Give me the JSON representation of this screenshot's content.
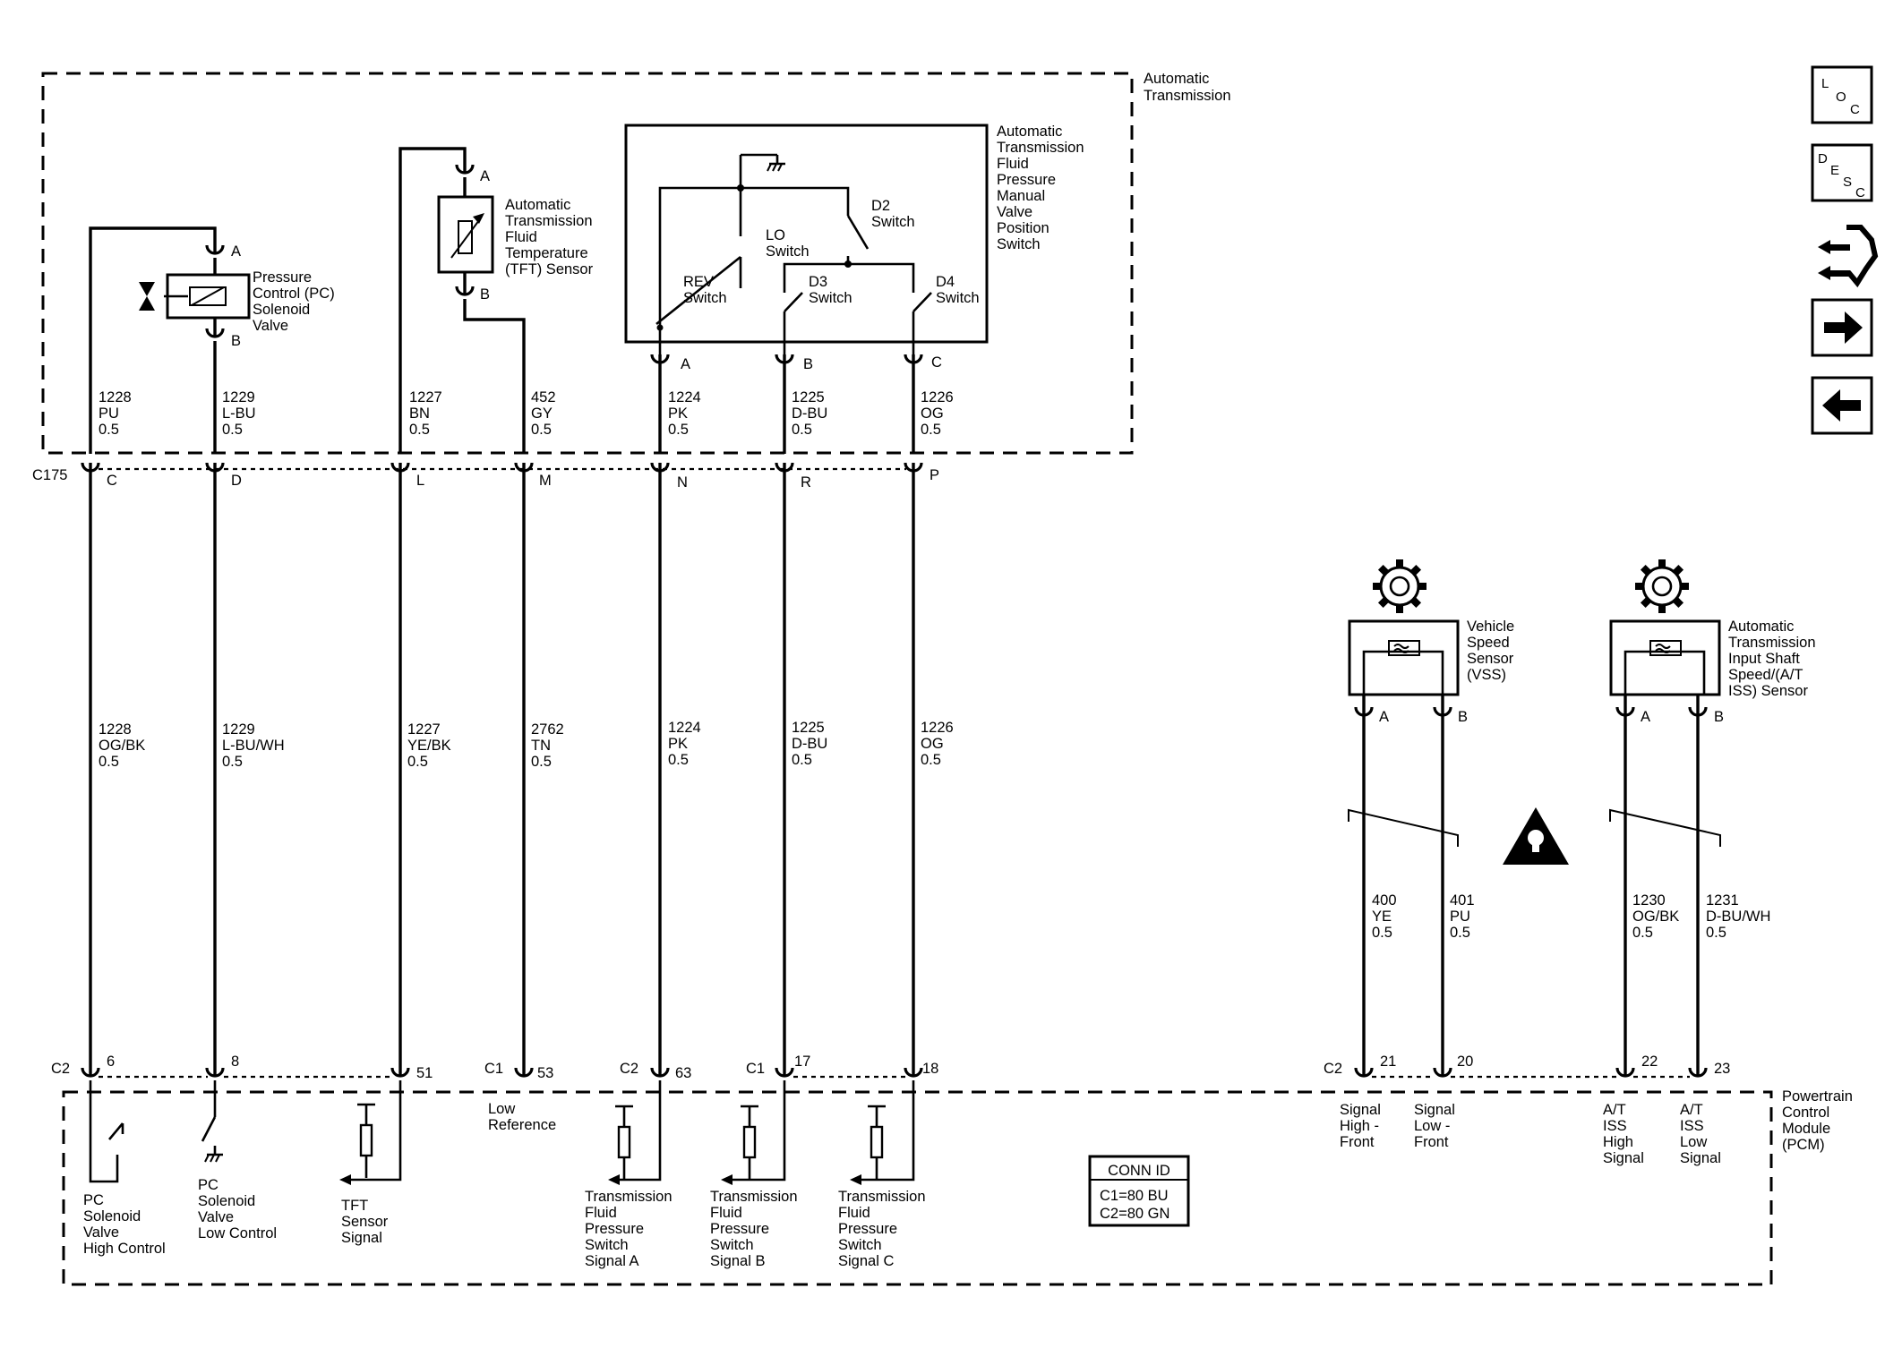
{
  "components": {
    "automatic_transmission": {
      "lines": [
        "Automatic",
        "Transmission"
      ]
    },
    "pc_solenoid": {
      "lines": [
        "Pressure",
        "Control (PC)",
        "Solenoid",
        "Valve"
      ]
    },
    "tft_sensor": {
      "lines": [
        "Automatic",
        "Transmission",
        "Fluid",
        "Temperature",
        "(TFT) Sensor"
      ]
    },
    "pressure_switch": {
      "lines": [
        "Automatic",
        "Transmission",
        "Fluid",
        "Pressure",
        "Manual",
        "Valve",
        "Position",
        "Switch"
      ]
    },
    "vss": {
      "lines": [
        "Vehicle",
        "Speed",
        "Sensor",
        "(VSS)"
      ]
    },
    "iss": {
      "lines": [
        "Automatic",
        "Transmission",
        "Input Shaft",
        "Speed/(A/T",
        "ISS) Sensor"
      ]
    },
    "pcm": {
      "lines": [
        "Powertrain",
        "Control",
        "Module",
        "(PCM)"
      ]
    }
  },
  "switches": {
    "rev": [
      "REV",
      "Switch"
    ],
    "lo": [
      "LO",
      "Switch"
    ],
    "d2": [
      "D2",
      "Switch"
    ],
    "d3": [
      "D3",
      "Switch"
    ],
    "d4": [
      "D4",
      "Switch"
    ]
  },
  "pins": {
    "a": "A",
    "b": "B",
    "c": "C",
    "d": "D",
    "l": "L",
    "m": "M",
    "n": "N",
    "r": "R",
    "p": "P",
    "p6": "6",
    "p8": "8",
    "p51": "51",
    "p53": "53",
    "p63": "63",
    "p17": "17",
    "p18": "18",
    "p21": "21",
    "p20": "20",
    "p22": "22",
    "p23": "23"
  },
  "connectors": {
    "c175": "C175",
    "c1": "C1",
    "c2": "C2"
  },
  "wires_upper": [
    [
      "1228",
      "PU",
      "0.5"
    ],
    [
      "1229",
      "L-BU",
      "0.5"
    ],
    [
      "1227",
      "BN",
      "0.5"
    ],
    [
      "452",
      "GY",
      "0.5"
    ],
    [
      "1224",
      "PK",
      "0.5"
    ],
    [
      "1225",
      "D-BU",
      "0.5"
    ],
    [
      "1226",
      "OG",
      "0.5"
    ]
  ],
  "wires_lower": [
    [
      "1228",
      "OG/BK",
      "0.5"
    ],
    [
      "1229",
      "L-BU/WH",
      "0.5"
    ],
    [
      "1227",
      "YE/BK",
      "0.5"
    ],
    [
      "2762",
      "TN",
      "0.5"
    ],
    [
      "1224",
      "PK",
      "0.5"
    ],
    [
      "1225",
      "D-BU",
      "0.5"
    ],
    [
      "1226",
      "OG",
      "0.5"
    ]
  ],
  "wires_sensors": [
    [
      "400",
      "YE",
      "0.5"
    ],
    [
      "401",
      "PU",
      "0.5"
    ],
    [
      "1230",
      "OG/BK",
      "0.5"
    ],
    [
      "1231",
      "D-BU/WH",
      "0.5"
    ]
  ],
  "pcm_labels": {
    "pc_high": [
      "PC",
      "Solenoid",
      "Valve",
      "High Control"
    ],
    "pc_low": [
      "PC",
      "Solenoid",
      "Valve",
      "Low Control"
    ],
    "tft": [
      "TFT",
      "Sensor",
      "Signal"
    ],
    "low_ref": [
      "Low",
      "Reference"
    ],
    "tfp_a": [
      "Transmission",
      "Fluid",
      "Pressure",
      "Switch",
      "Signal A"
    ],
    "tfp_b": [
      "Transmission",
      "Fluid",
      "Pressure",
      "Switch",
      "Signal B"
    ],
    "tfp_c": [
      "Transmission",
      "Fluid",
      "Pressure",
      "Switch",
      "Signal C"
    ],
    "sig_high": [
      "Signal",
      "High -",
      "Front"
    ],
    "sig_low": [
      "Signal",
      "Low -",
      "Front"
    ],
    "iss_high": [
      "A/T",
      "ISS",
      "High",
      "Signal"
    ],
    "iss_low": [
      "A/T",
      "ISS",
      "Low",
      "Signal"
    ]
  },
  "conn_id": {
    "title": "CONN ID",
    "rows": [
      "C1=80 BU",
      "C2=80 GN"
    ]
  },
  "nav": {
    "loc": [
      "L",
      "O",
      "C"
    ],
    "desc": [
      "D",
      "E",
      "S",
      "C"
    ]
  },
  "icons": [
    "loc-icon",
    "desc-icon",
    "schematic-icon",
    "next-arrow-icon",
    "back-arrow-icon",
    "gear-icon",
    "warning-icon",
    "ground-icon"
  ]
}
